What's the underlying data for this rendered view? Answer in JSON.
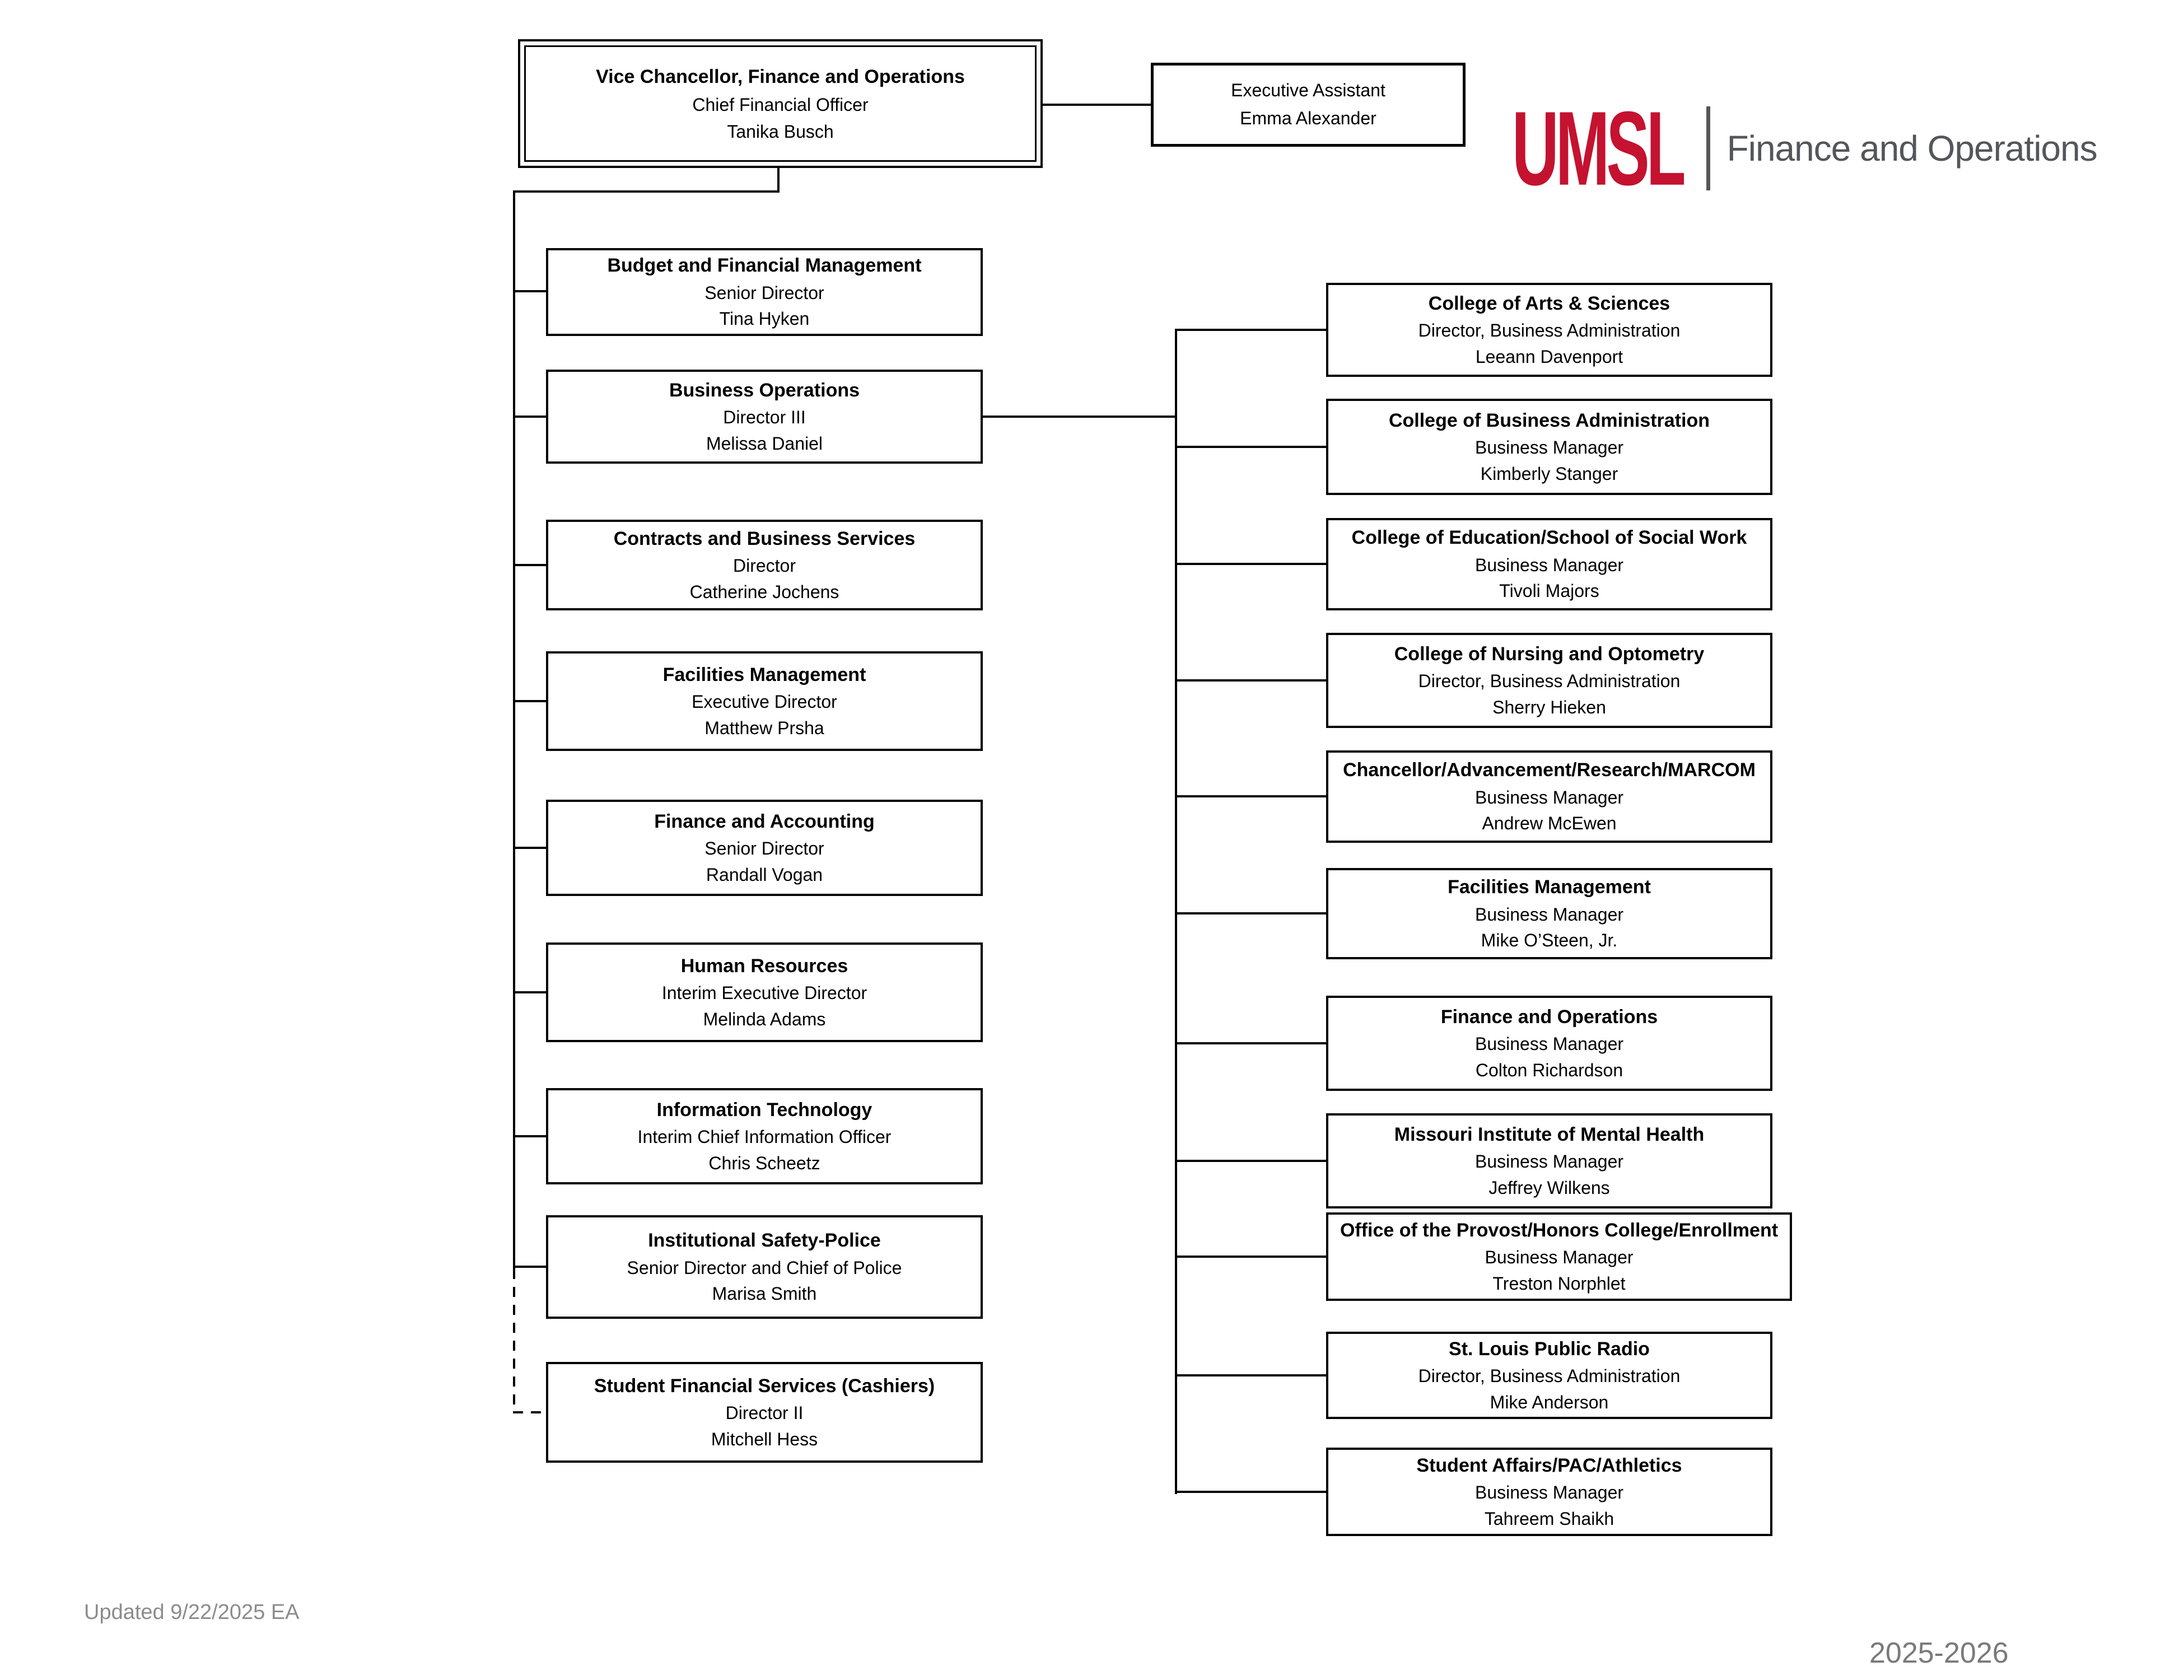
{
  "top": {
    "vice_chancellor": {
      "unit": "Vice Chancellor, Finance and Operations",
      "title": "Chief Financial Officer",
      "name": "Tanika Busch"
    },
    "executive_assistant": {
      "title": "Executive Assistant",
      "name": "Emma Alexander"
    }
  },
  "logo": {
    "wordmark": "UMSL",
    "division": "Finance and Operations",
    "brand_color": "#C41230",
    "text_color": "#54565B"
  },
  "left_reports": [
    {
      "unit": "Budget and Financial Management",
      "title": "Senior Director",
      "name": "Tina Hyken"
    },
    {
      "unit": "Business Operations",
      "title": "Director III",
      "name": "Melissa Daniel"
    },
    {
      "unit": "Contracts and Business Services",
      "title": "Director",
      "name": "Catherine Jochens"
    },
    {
      "unit": "Facilities Management",
      "title": "Executive Director",
      "name": "Matthew Prsha"
    },
    {
      "unit": "Finance and Accounting",
      "title": "Senior Director",
      "name": "Randall Vogan"
    },
    {
      "unit": "Human Resources",
      "title": "Interim Executive Director",
      "name": "Melinda Adams"
    },
    {
      "unit": "Information Technology",
      "title": "Interim Chief Information Officer",
      "name": "Chris Scheetz"
    },
    {
      "unit": "Institutional Safety-Police",
      "title": "Senior Director and Chief of Police",
      "name": "Marisa Smith"
    },
    {
      "unit": "Student Financial Services (Cashiers)",
      "title": "Director II",
      "name": "Mitchell Hess",
      "dashed_line": true
    }
  ],
  "right_reports": [
    {
      "unit": "College of Arts & Sciences",
      "title": "Director, Business Administration",
      "name": "Leeann Davenport"
    },
    {
      "unit": "College of Business Administration",
      "title": "Business Manager",
      "name": "Kimberly Stanger"
    },
    {
      "unit": "College of Education/School of Social Work",
      "title": "Business Manager",
      "name": "Tivoli Majors"
    },
    {
      "unit": "College of Nursing and Optometry",
      "title": "Director, Business Administration",
      "name": "Sherry Hieken"
    },
    {
      "unit": "Chancellor/Advancement/Research/MARCOM",
      "title": "Business Manager",
      "name": "Andrew McEwen"
    },
    {
      "unit": "Facilities Management",
      "title": "Business Manager",
      "name": "Mike O’Steen, Jr."
    },
    {
      "unit": "Finance and Operations",
      "title": "Business Manager",
      "name": "Colton Richardson"
    },
    {
      "unit": "Missouri Institute of Mental Health",
      "title": "Business Manager",
      "name": "Jeffrey Wilkens"
    },
    {
      "unit": "Office of the Provost/Honors College/Enrollment",
      "title": "Business Manager",
      "name": "Treston Norphlet"
    },
    {
      "unit": "St. Louis Public Radio",
      "title": "Director, Business Administration",
      "name": "Mike Anderson"
    },
    {
      "unit": "Student Affairs/PAC/Athletics",
      "title": "Business Manager",
      "name": "Tahreem Shaikh"
    }
  ],
  "footer": {
    "updated_note": "Updated 9/22/2025 EA",
    "academic_year": "2025-2026"
  }
}
